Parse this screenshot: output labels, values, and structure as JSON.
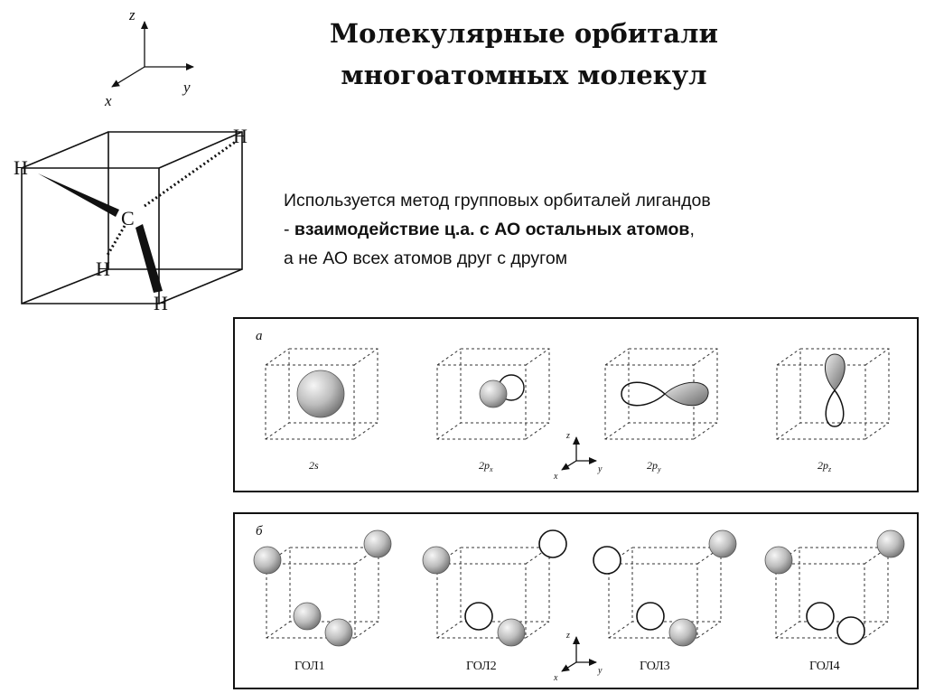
{
  "title": {
    "line1": "Молекулярные орбитали",
    "line2": "многоатомных молекул"
  },
  "text": {
    "line1": "Используется метод групповых орбиталей лигандов",
    "line2_prefix": "- ",
    "line2_bold": "взаимодействие ц.а. с АО остальных атомов",
    "line2_suffix": ",",
    "line3": "а не АО всех атомов друг с другом"
  },
  "axes": {
    "z": "z",
    "x": "x",
    "y": "y"
  },
  "molecule": {
    "center_atom": "C",
    "ligand_atom": "H"
  },
  "panel_a": {
    "label": "а",
    "orbitals": [
      "2s",
      "2p",
      "2p",
      "2p"
    ],
    "subscripts": [
      "",
      "x",
      "y",
      "z"
    ]
  },
  "panel_b": {
    "label": "б",
    "group_orbitals": [
      "ГОЛ1",
      "ГОЛ2",
      "ГОЛ3",
      "ГОЛ4"
    ]
  },
  "colors": {
    "ink": "#111111",
    "sphere_light": "#f4f4f4",
    "sphere_dark": "#7a7a7a"
  }
}
